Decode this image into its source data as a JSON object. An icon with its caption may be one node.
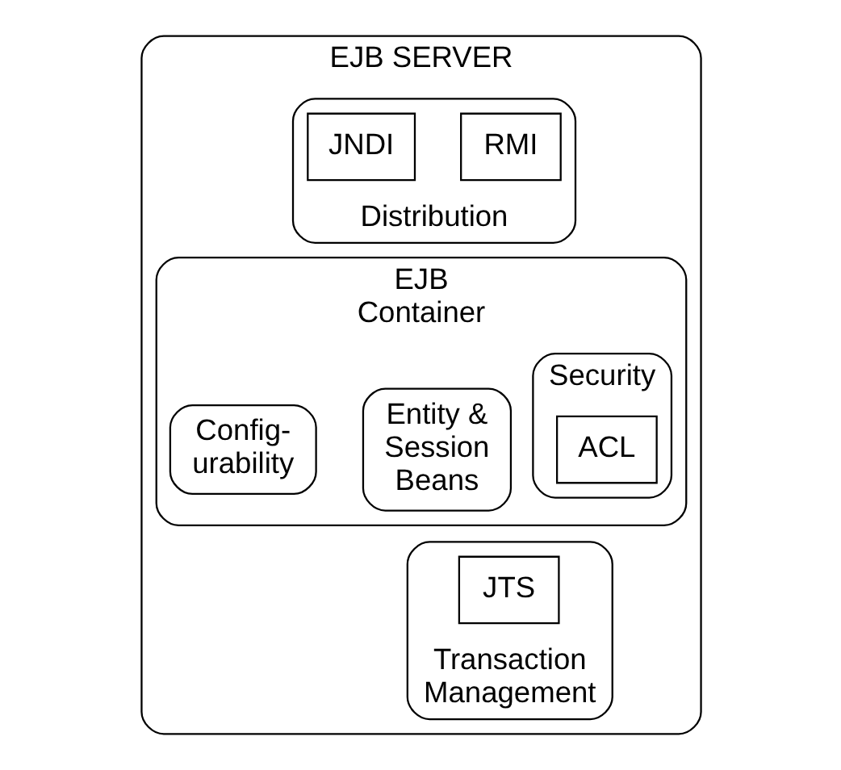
{
  "diagram": {
    "nodes": [
      {
        "text": [
          "EJB SERVER"
        ]
      },
      {
        "text": [
          "Distribution"
        ],
        "in": 0
      },
      {
        "text": [
          "RMI"
        ],
        "in": 1
      },
      {
        "text": [
          "JNDI"
        ],
        "in": 1
      },
      {
        "text": [
          "EJB Container"
        ],
        "in": 0
      },
      {
        "text": [
          "Security"
        ],
        "in": 4
      },
      {
        "text": [
          "ACL"
        ],
        "in": 5
      },
      {
        "text": [
          "Entity & Session Beans"
        ],
        "in": 4
      },
      {
        "text": [
          "Config- urability"
        ],
        "in": 4
      },
      {
        "text": [
          "Transaction Management"
        ],
        "in": 0
      },
      {
        "text": [
          "JTS"
        ],
        "in": 9
      }
    ]
  }
}
